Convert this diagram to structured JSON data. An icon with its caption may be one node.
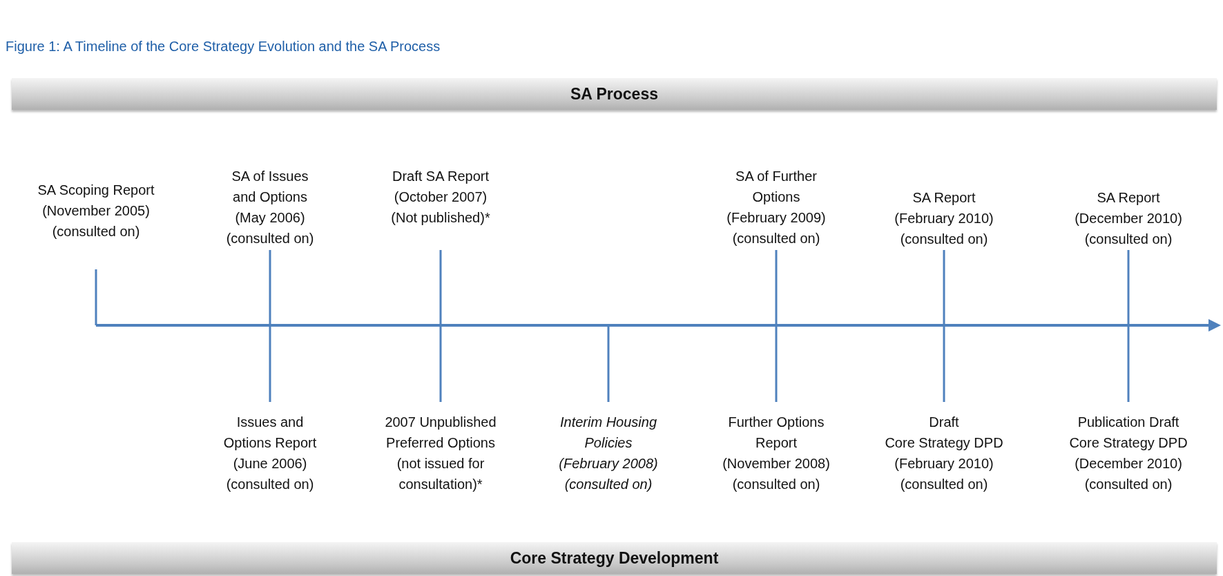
{
  "diagram": {
    "title": "Figure 1: A Timeline of the Core Strategy Evolution and the SA Process",
    "nodes": [
      {
        "text": [
          "SA Process"
        ]
      },
      {
        "text": [
          "Core Strategy Development"
        ]
      }
    ],
    "labels": [
      "SA Scoping Report (November 2005) (consulted on)",
      "SA of Issues and Options (May 2006) (consulted on)",
      "Draft SA Report (October 2007) (Not published)*",
      "SA of Further Options (February 2009) (consulted on)",
      "SA Report (February 2010) (consulted on)",
      "SA Report (December 2010) (consulted on)",
      "Issues and Options Report (June 2006) (consulted on)",
      "2007 Unpublished Preferred Options (not issued for consultation)*",
      "Interim Housing Policies (February 2008) (consulted on)",
      "Further Options Report (November 2008) (consulted on)",
      "Draft Core Strategy DPD (February 2010) (consulted on)",
      "Publication Draft Core Strategy DPD (December 2010) (consulted on)"
    ]
  }
}
